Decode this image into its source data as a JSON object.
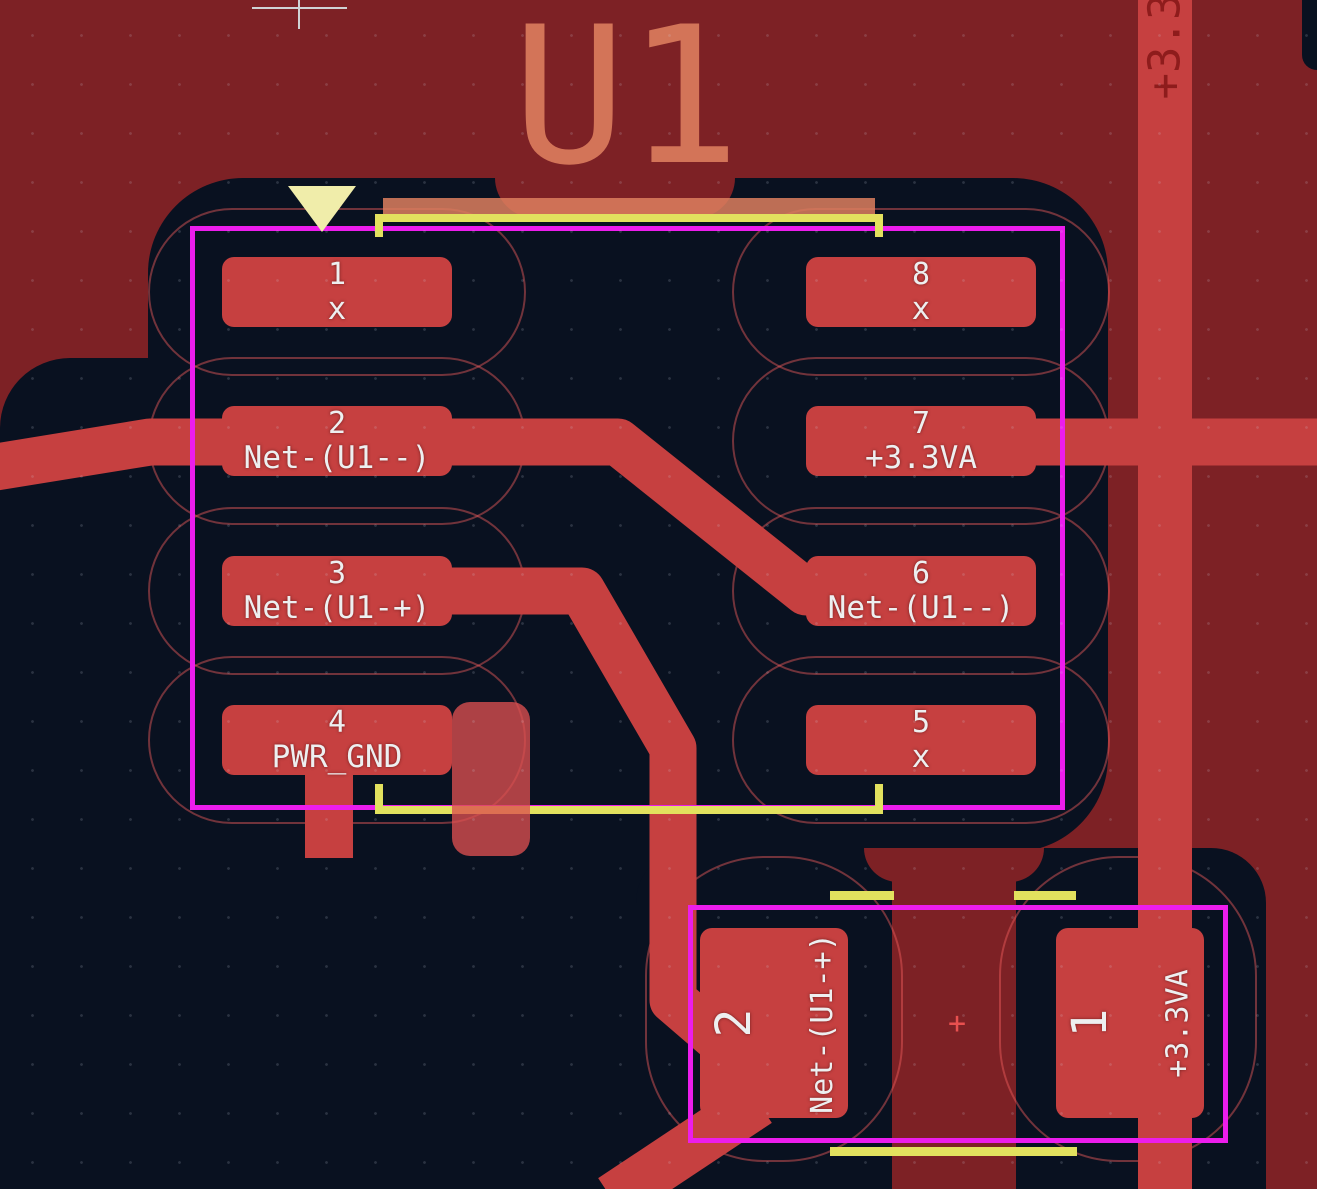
{
  "editor": {
    "reference": "U1",
    "trace_label": "+3.3"
  },
  "ic": {
    "pads": [
      {
        "number": "1",
        "net": "x"
      },
      {
        "number": "2",
        "net": "Net-(U1--)"
      },
      {
        "number": "3",
        "net": "Net-(U1-+)"
      },
      {
        "number": "4",
        "net": "PWR_GND"
      },
      {
        "number": "5",
        "net": "x"
      },
      {
        "number": "6",
        "net": "Net-(U1--)"
      },
      {
        "number": "7",
        "net": "+3.3VA"
      },
      {
        "number": "8",
        "net": "x"
      }
    ]
  },
  "capacitor": {
    "anchor_marker": "+",
    "pads": [
      {
        "number": "2",
        "net": "Net-(U1-+)"
      },
      {
        "number": "1",
        "net": "+3.3VA"
      }
    ]
  },
  "colors": {
    "zone-maroon": "#7d2125",
    "board-dark": "#091120",
    "copper-red": "#c64040",
    "courtyard-magenta": "#ec1dec",
    "silk-yellow": "#e2e15e",
    "silk-pale": "#f0edaa",
    "fab-salmon": "#dd7f5f",
    "pad-text": "#edeff0",
    "ref-salmon": "#d8795b",
    "net-label-dark-red": "#8e1c1c",
    "anchor-gray": "#cfd2d4"
  }
}
